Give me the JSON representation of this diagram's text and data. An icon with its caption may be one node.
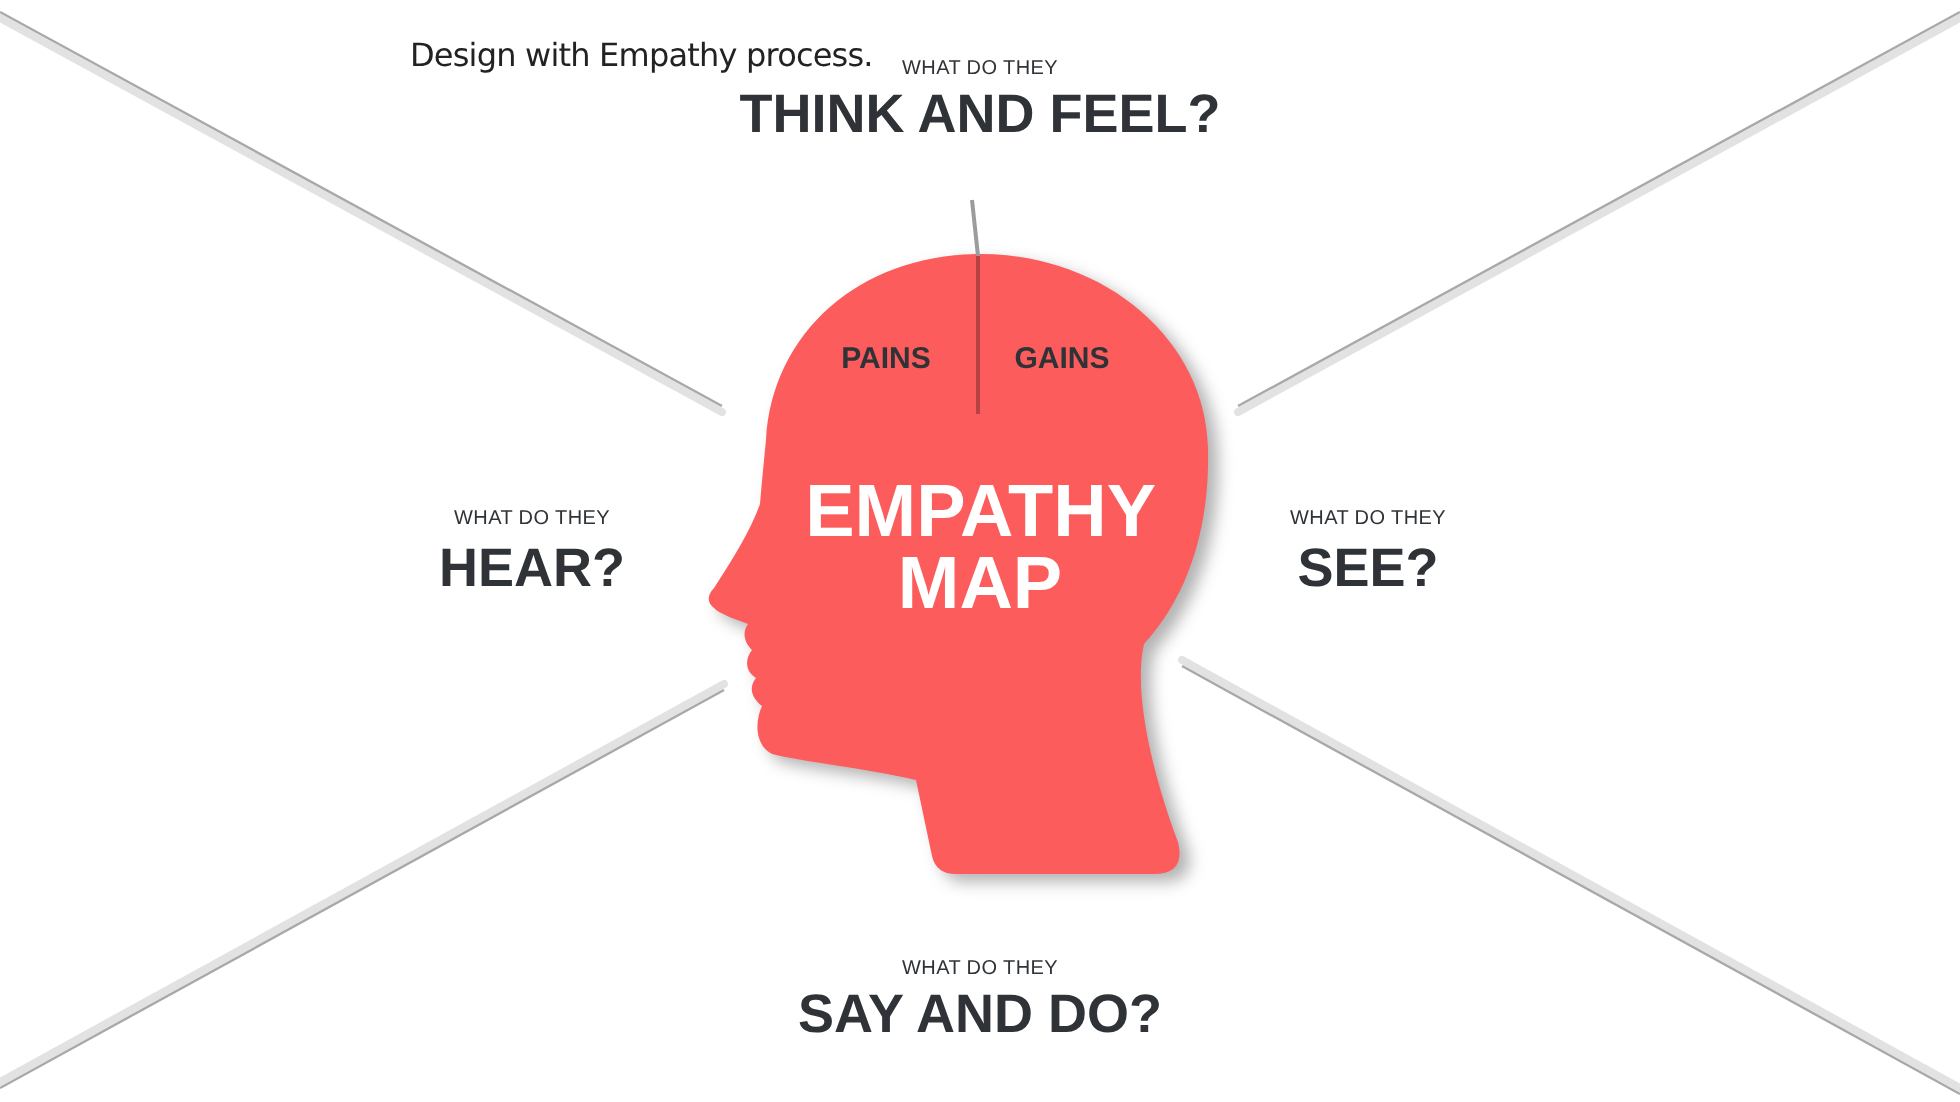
{
  "diagram": {
    "title": "Design with Empathy process.",
    "nodes": [
      {
        "text": [
          "PAINS",
          "GAINS",
          "EMPATHY MAP"
        ]
      }
    ],
    "labels": [
      "WHAT DO THEY",
      "THINK AND FEEL?",
      "WHAT DO THEY",
      "HEAR?",
      "WHAT DO THEY",
      "SEE?",
      "WHAT DO THEY",
      "SAY AND DO?"
    ]
  }
}
